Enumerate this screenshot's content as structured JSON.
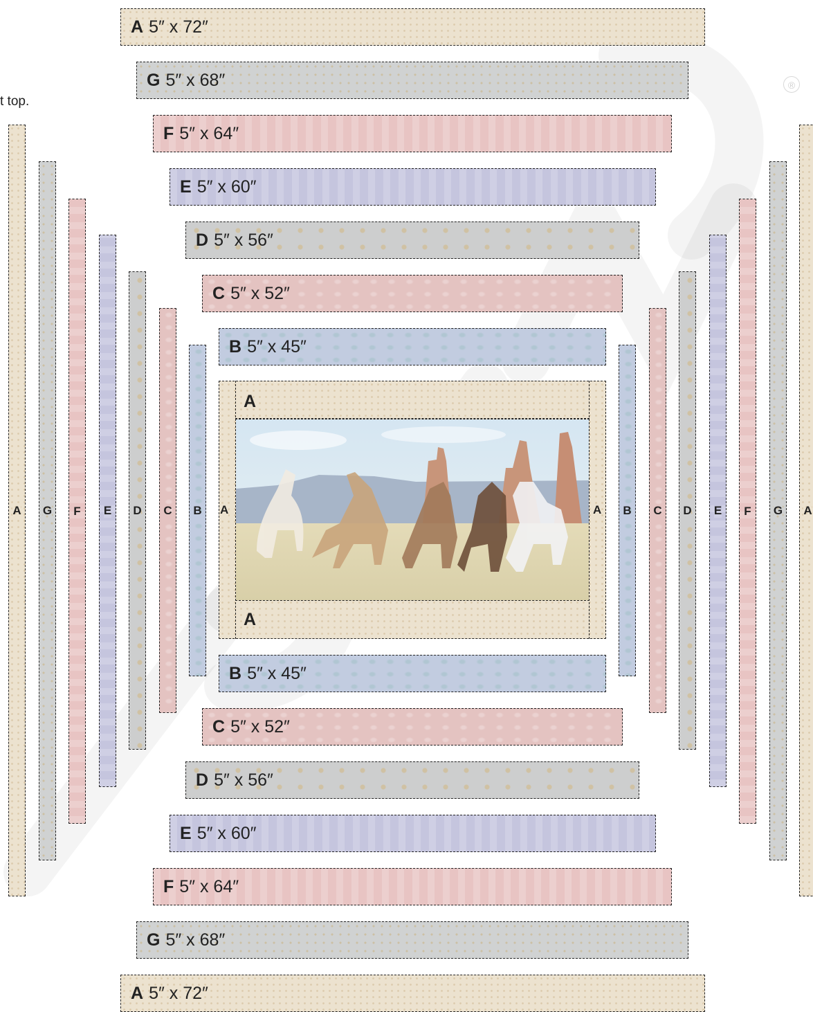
{
  "note": "t top.",
  "registered_mark": "®",
  "colors": {
    "A": "#ece2cf",
    "B": "#c2cce0",
    "C": "#e4c3c1",
    "D": "#cdcece",
    "E": "#c5c5de",
    "F": "#e8c4c3",
    "G": "#d0d2d2"
  },
  "strips": {
    "A": {
      "letter": "A",
      "size": "5″ x 72″"
    },
    "G": {
      "letter": "G",
      "size": "5″ x 68″"
    },
    "F": {
      "letter": "F",
      "size": "5″ x 64″"
    },
    "E": {
      "letter": "E",
      "size": "5″ x 60″"
    },
    "D": {
      "letter": "D",
      "size": "5″ x 56″"
    },
    "C": {
      "letter": "C",
      "size": "5″ x 52″"
    },
    "B": {
      "letter": "B",
      "size": "5″ x 45″"
    }
  },
  "center_panel": {
    "top_label": "A",
    "bottom_label": "A",
    "left_label": "A",
    "right_label": "A",
    "image": "horses-desert-panel"
  }
}
